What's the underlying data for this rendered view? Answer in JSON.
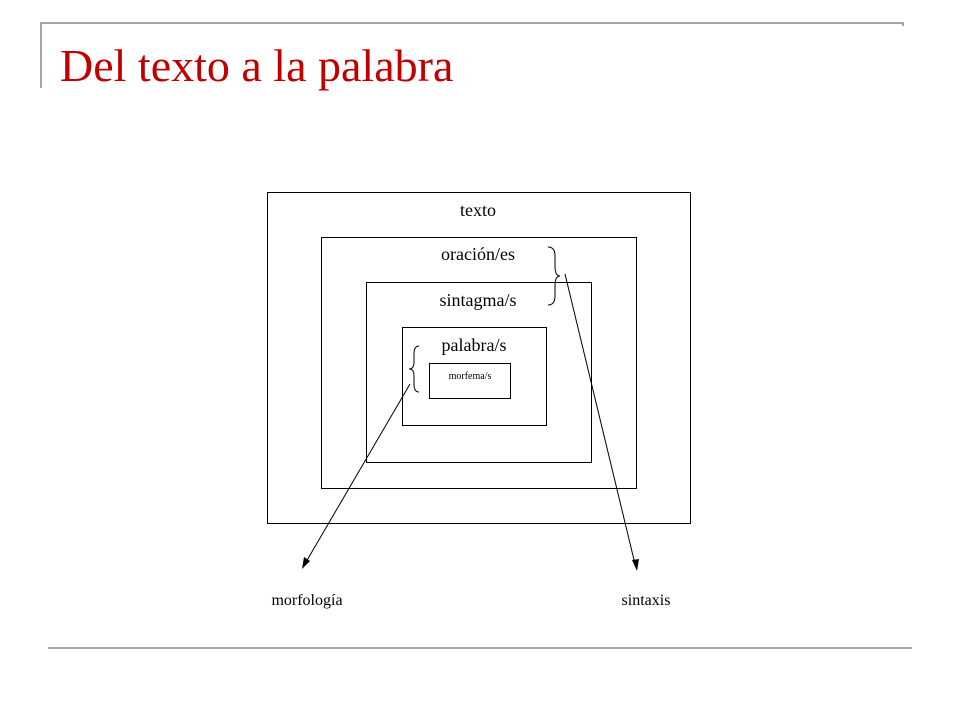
{
  "slide": {
    "title": "Del texto a la palabra",
    "colors": {
      "title": "#c00000",
      "frame": "#a6a6a6"
    }
  },
  "diagram": {
    "levels": [
      {
        "id": "texto",
        "label": "texto"
      },
      {
        "id": "oracion",
        "label": "oración/es"
      },
      {
        "id": "sintagma",
        "label": "sintagma/s"
      },
      {
        "id": "palabra",
        "label": "palabra/s"
      },
      {
        "id": "morfema",
        "label": "morfema/s"
      }
    ],
    "branches": [
      {
        "id": "morfologia",
        "label": "morfología"
      },
      {
        "id": "sintaxis",
        "label": "sintaxis"
      }
    ]
  }
}
